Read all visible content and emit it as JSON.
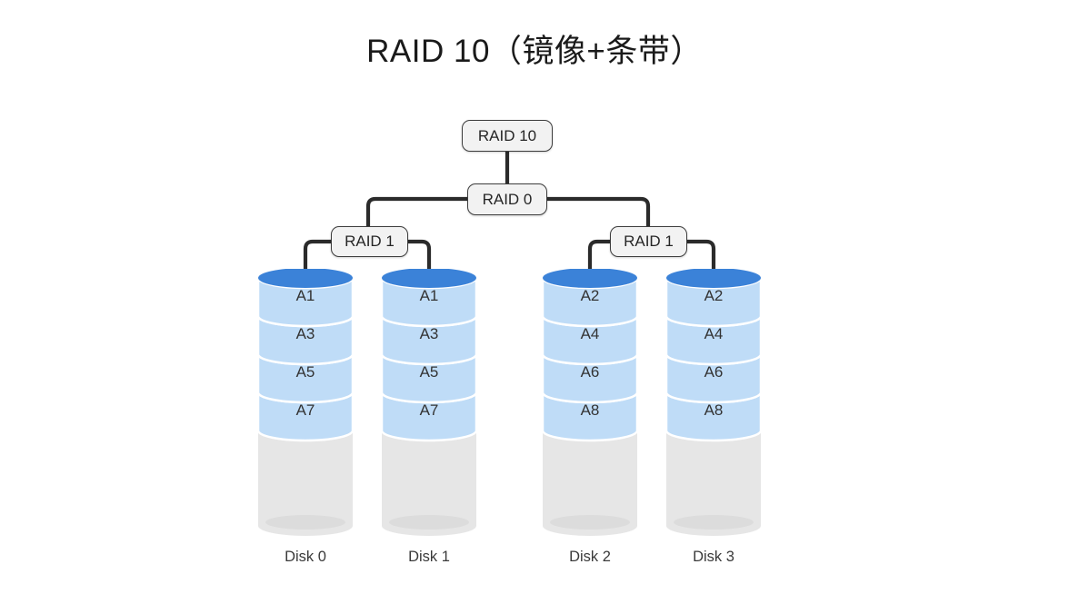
{
  "page": {
    "title": "RAID 10（镜像+条带）",
    "background_color": "#ffffff"
  },
  "colors": {
    "disk_top_ellipse": "#3b82d8",
    "disk_block_fill": "#bfdcf7",
    "disk_empty_fill": "#e6e6e6",
    "node_fill": "#f2f2f2",
    "node_border": "#3d3d3d",
    "connector": "#2b2b2b",
    "label_text": "#333333"
  },
  "tree": {
    "root": {
      "label": "RAID 10"
    },
    "stripe": {
      "label": "RAID 0"
    },
    "mirrors": [
      {
        "label": "RAID 1"
      },
      {
        "label": "RAID 1"
      }
    ]
  },
  "disks": [
    {
      "caption": "Disk 0",
      "blocks": [
        "A1",
        "A3",
        "A5",
        "A7"
      ]
    },
    {
      "caption": "Disk 1",
      "blocks": [
        "A1",
        "A3",
        "A5",
        "A7"
      ]
    },
    {
      "caption": "Disk 2",
      "blocks": [
        "A2",
        "A4",
        "A6",
        "A8"
      ]
    },
    {
      "caption": "Disk 3",
      "blocks": [
        "A2",
        "A4",
        "A6",
        "A8"
      ]
    }
  ]
}
